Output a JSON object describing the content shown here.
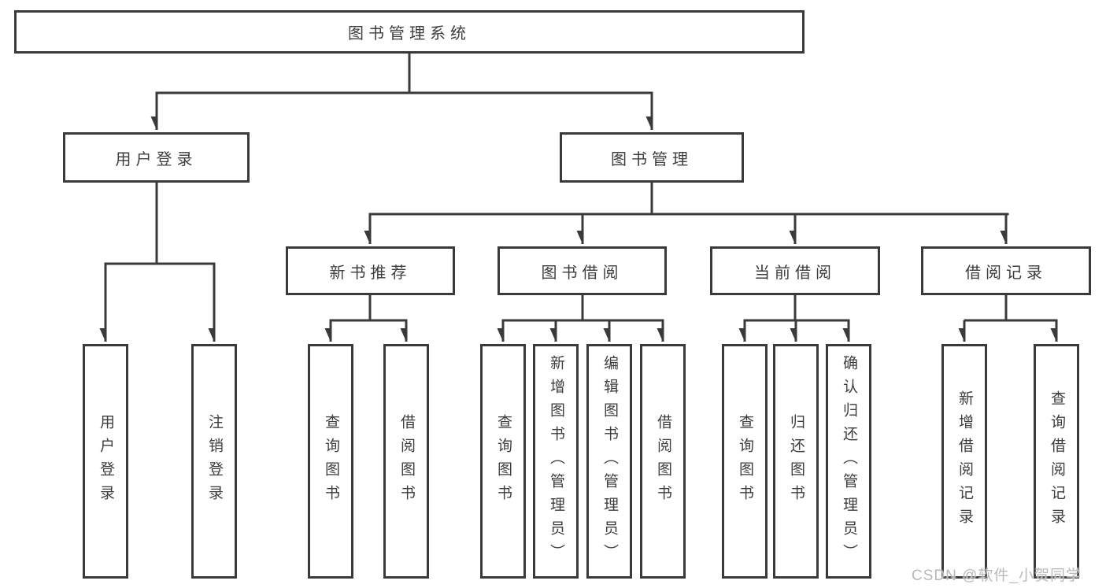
{
  "diagram": {
    "type": "hierarchy-diagram",
    "background": "#ffffff",
    "line_color": "#3a3a3a",
    "text_color": "#3d3d3d",
    "watermark": {
      "text": "CSDN @软件_小贺同学",
      "color": "#b9b9b9"
    },
    "tree": {
      "root": "图书管理系统",
      "branches": [
        {
          "label": "用户登录",
          "children": [
            "用户登录",
            "注销登录"
          ]
        },
        {
          "label": "图书管理",
          "groups": [
            {
              "label": "新书推荐",
              "children": [
                "查询图书",
                "借阅图书"
              ]
            },
            {
              "label": "图书借阅",
              "children": [
                "查询图书",
                "新增图书（管理员）",
                "编辑图书（管理员）",
                "借阅图书"
              ]
            },
            {
              "label": "当前借阅",
              "children": [
                "查询图书",
                "归还图书",
                "确认归还（管理员）"
              ]
            },
            {
              "label": "借阅记录",
              "children": [
                "新增借阅记录",
                "查询借阅记录"
              ]
            }
          ]
        }
      ]
    }
  }
}
